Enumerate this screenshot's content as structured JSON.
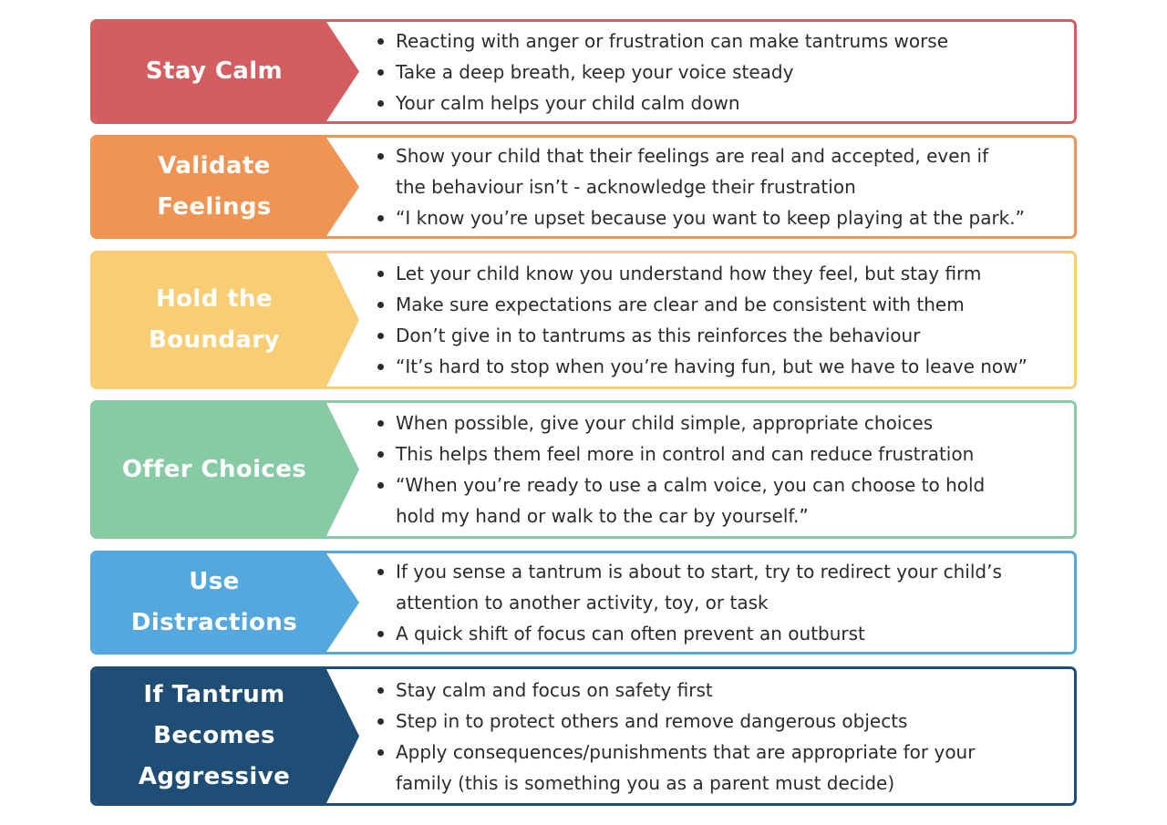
{
  "strategies": [
    {
      "title_lines": [
        "Stay Calm"
      ],
      "color": "#d45d5f",
      "points": [
        [
          "Reacting with anger or frustration can make tantrums worse"
        ],
        [
          "Take a deep breath, keep your voice steady"
        ],
        [
          "Your calm helps your child calm down"
        ]
      ]
    },
    {
      "title_lines": [
        "Validate",
        "Feelings"
      ],
      "color": "#ef9452",
      "points": [
        [
          "Show your child that their feelings are real and accepted, even if",
          "the behaviour isn’t - acknowledge their frustration"
        ],
        [
          "“I know you’re upset because you want to keep playing at the park.”"
        ]
      ]
    },
    {
      "title_lines": [
        "Hold the",
        "Boundary"
      ],
      "color": "#f8cd73",
      "points": [
        [
          "Let your child know you understand how they feel, but stay firm"
        ],
        [
          "Make sure expectations are clear and be consistent with them"
        ],
        [
          "Don’t give in to tantrums as this reinforces the behaviour"
        ],
        [
          "“It’s hard to stop when you’re having fun, but we have to leave now”"
        ]
      ]
    },
    {
      "title_lines": [
        "Offer Choices"
      ],
      "color": "#87cba4",
      "points": [
        [
          "When possible, give your child simple, appropriate choices"
        ],
        [
          "This helps them feel more in control and can reduce frustration"
        ],
        [
          "“When you’re ready to use a calm voice, you can choose to hold",
          "hold my hand or walk to the car by yourself.”"
        ]
      ]
    },
    {
      "title_lines": [
        "Use",
        "Distractions"
      ],
      "color": "#55a8dd",
      "points": [
        [
          "If you sense a tantrum is about to start, try to redirect your child’s",
          "attention to another activity, toy, or task"
        ],
        [
          "A quick shift of focus can often prevent an outburst"
        ]
      ]
    },
    {
      "title_lines": [
        "If Tantrum",
        "Becomes",
        "Aggressive"
      ],
      "color": "#1e4d75",
      "points": [
        [
          "Stay calm and focus on safety first"
        ],
        [
          "Step in to protect others and remove dangerous objects"
        ],
        [
          "Apply consequences/punishments that are appropriate for your",
          "family (this is something you as a parent must decide)"
        ]
      ]
    }
  ]
}
